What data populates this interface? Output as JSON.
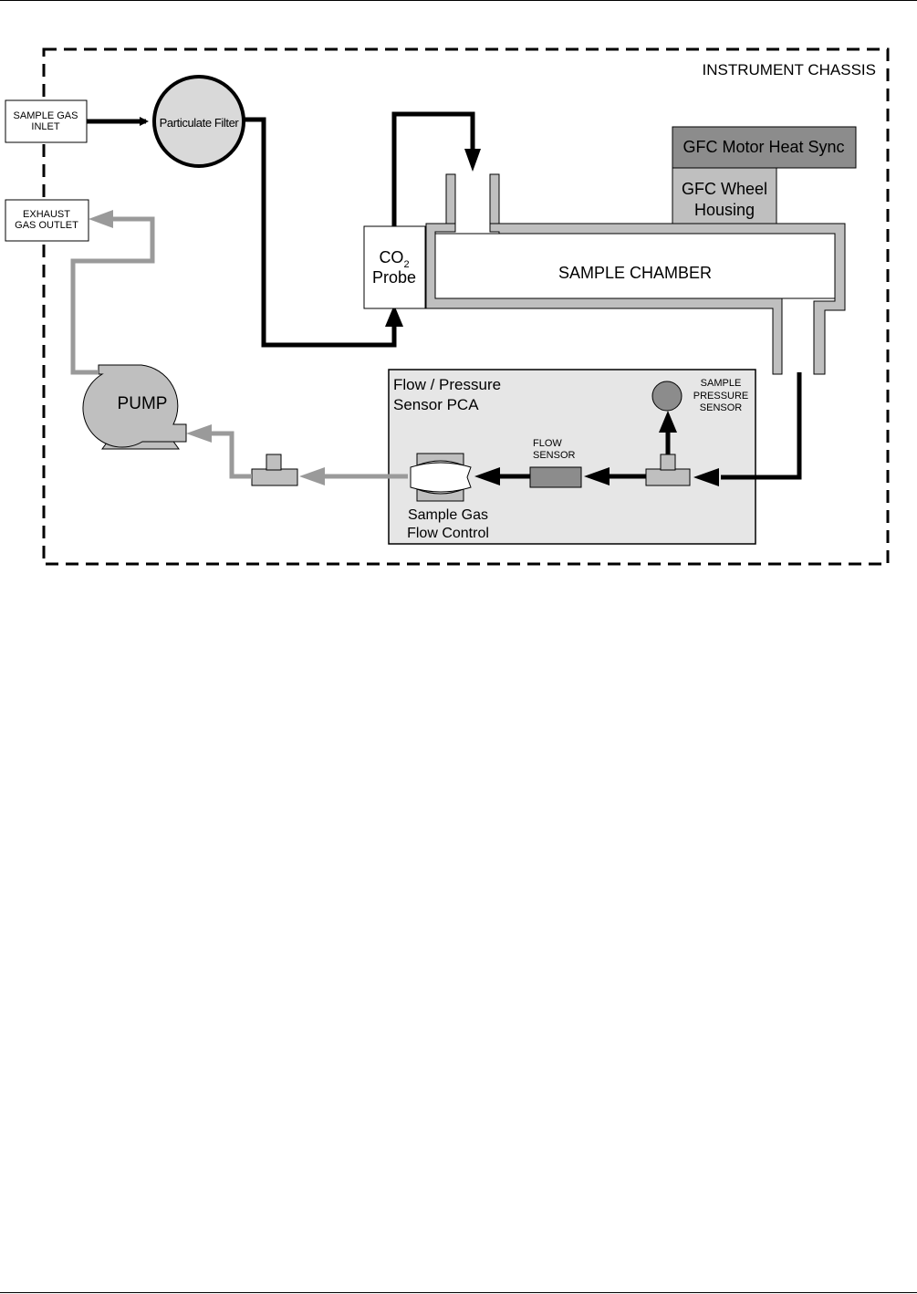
{
  "chassis": {
    "label": "INSTRUMENT CHASSIS"
  },
  "inlet": {
    "line1": "SAMPLE GAS",
    "line2": "INLET"
  },
  "outlet": {
    "line1": "EXHAUST",
    "line2": "GAS OUTLET"
  },
  "filter": {
    "label": "Particulate Filter"
  },
  "probe": {
    "co": "CO",
    "sub": "2",
    "line2": "Probe"
  },
  "motor_heat_sync": {
    "label": "GFC Motor Heat Sync"
  },
  "wheel_housing": {
    "line1": "GFC Wheel",
    "line2": "Housing"
  },
  "chamber": {
    "label": "SAMPLE CHAMBER"
  },
  "pump": {
    "label": "PUMP"
  },
  "pca": {
    "line1": "Flow / Pressure",
    "line2": "Sensor PCA"
  },
  "pressure_sensor": {
    "line1": "SAMPLE",
    "line2": "PRESSURE",
    "line3": "SENSOR"
  },
  "flow_sensor": {
    "line1": "FLOW",
    "line2": "SENSOR"
  },
  "flow_control": {
    "line1": "Sample Gas",
    "line2": "Flow Control"
  },
  "colors": {
    "sample_line": "#000000",
    "exhaust_line": "#9a9a9a",
    "component_fill": "#bfbfbf",
    "heat_sync_fill": "#8c8c8c",
    "pca_fill": "#e6e6e6"
  }
}
